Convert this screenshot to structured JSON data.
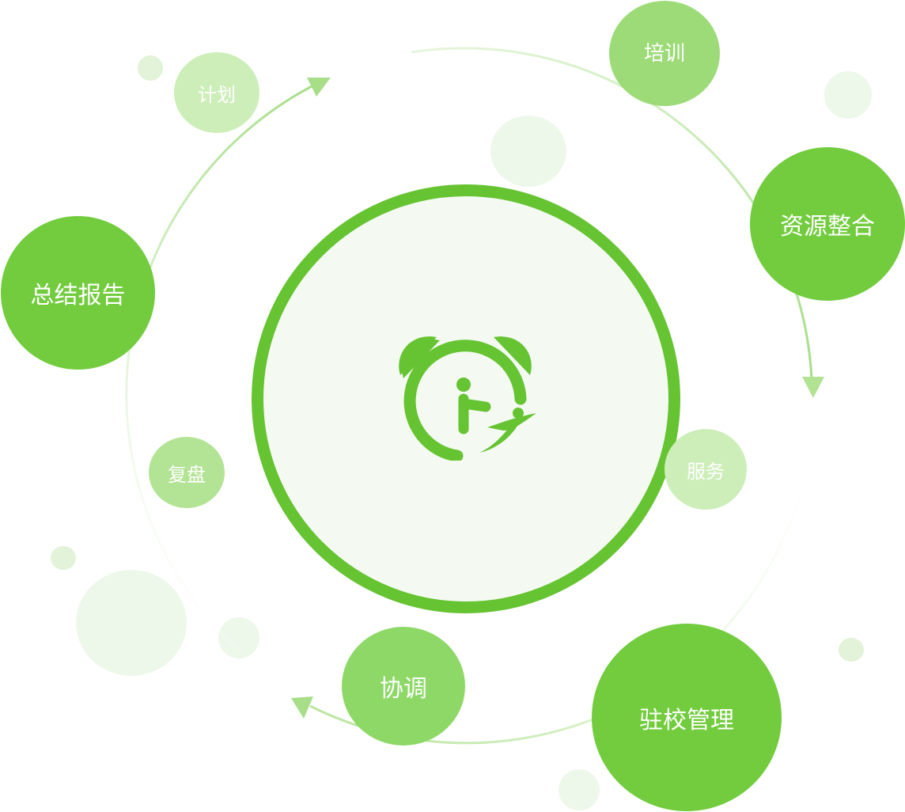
{
  "nodes": {
    "plan": "计划",
    "training": "培训",
    "resource_integration": "资源整合",
    "summary_report": "总结报告",
    "review": "复盘",
    "service": "服务",
    "coordination": "协调",
    "onsite_management": "驻校管理"
  },
  "colors": {
    "primary": "#66c332",
    "strong": "#72cc3e",
    "medium": "#8fd966",
    "light": "#a9e08c",
    "pale": "#cdeeb9",
    "faint": "#eef8ea",
    "center_fill": "#f4faf2"
  },
  "icons": {
    "center": "alarm-clock-person-logo-icon"
  }
}
